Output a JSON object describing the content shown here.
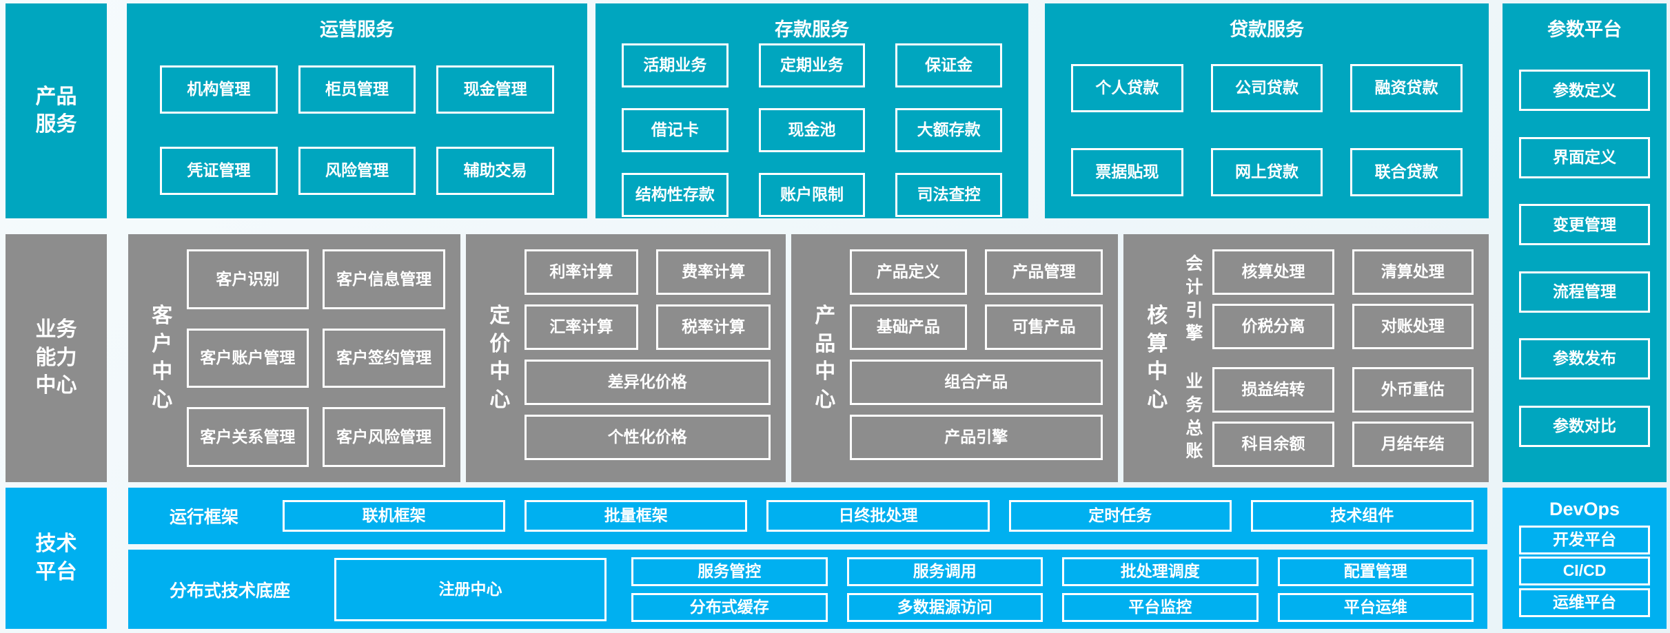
{
  "palette": {
    "teal": "#00a6bf",
    "blue": "#00b0f0",
    "gray": "#8d8d8d",
    "background": "#eef6f9",
    "box_border": "#ffffff"
  },
  "sidebar": {
    "product_services": "产品服务",
    "business_capability": "业务能力中心",
    "tech_platform": "技术平台"
  },
  "row1": {
    "ops": {
      "title": "运营服务",
      "boxes": [
        "机构管理",
        "柜员管理",
        "现金管理",
        "凭证管理",
        "风险管理",
        "辅助交易"
      ]
    },
    "deposit": {
      "title": "存款服务",
      "boxes": [
        "活期业务",
        "定期业务",
        "保证金",
        "借记卡",
        "现金池",
        "大额存款",
        "结构性存款",
        "账户限制",
        "司法查控"
      ]
    },
    "loan": {
      "title": "贷款服务",
      "boxes": [
        "个人贷款",
        "公司贷款",
        "融资贷款",
        "票据贴现",
        "网上贷款",
        "联合贷款"
      ]
    }
  },
  "param_platform": {
    "title": "参数平台",
    "boxes": [
      "参数定义",
      "界面定义",
      "变更管理",
      "流程管理",
      "参数发布",
      "参数对比"
    ]
  },
  "row2": {
    "customer": {
      "label": "客户中心",
      "boxes": [
        "客户识别",
        "客户信息管理",
        "客户账户管理",
        "客户签约管理",
        "客户关系管理",
        "客户风险管理"
      ]
    },
    "pricing": {
      "label": "定价中心",
      "boxes": [
        "利率计算",
        "费率计算",
        "汇率计算",
        "税率计算"
      ],
      "wide_boxes": [
        "差异化价格",
        "个性化价格"
      ]
    },
    "product": {
      "label": "产品中心",
      "boxes": [
        "产品定义",
        "产品管理",
        "基础产品",
        "可售产品"
      ],
      "wide_boxes": [
        "组合产品",
        "产品引擎"
      ]
    },
    "accounting": {
      "label": "核算中心",
      "engine": {
        "label": "会计引擎",
        "boxes": [
          "核算处理",
          "清算处理",
          "价税分离",
          "对账处理"
        ]
      },
      "ledger": {
        "label": "业务总账",
        "boxes": [
          "损益结转",
          "外币重估",
          "科目余额",
          "月结年结"
        ]
      }
    }
  },
  "row3": {
    "runtime": {
      "label": "运行框架",
      "boxes": [
        "联机框架",
        "批量框架",
        "日终批处理",
        "定时任务",
        "技术组件"
      ]
    },
    "distributed": {
      "label": "分布式技术底座",
      "tall_box": "注册中心",
      "grid_boxes": [
        "服务管控",
        "分布式缓存",
        "服务调用",
        "多数据源访问",
        "批处理调度",
        "平台监控",
        "配置管理",
        "平台运维"
      ]
    },
    "devops": {
      "title": "DevOps",
      "boxes": [
        "开发平台",
        "CI/CD",
        "运维平台"
      ]
    }
  }
}
